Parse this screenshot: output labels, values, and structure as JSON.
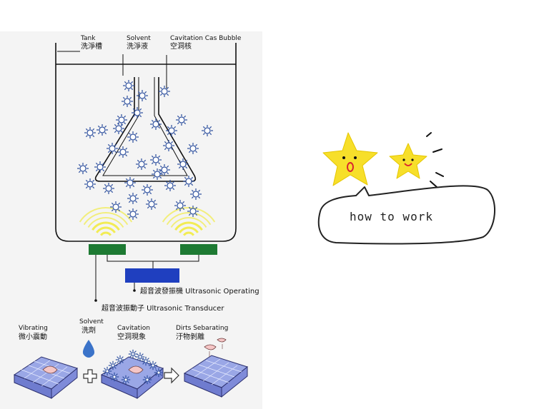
{
  "labels": {
    "tank_en": "Tank",
    "tank_zh": "洗淨槽",
    "solvent_en": "Solvent",
    "solvent_zh": "洗淨液",
    "cavitation_en": "Cavitation Cas Bubble",
    "cavitation_zh": "空洞核",
    "operating": "超音波發振機  Ultrasonic Operating",
    "transducer": "超音波振動子  Ultrasonic Transducer"
  },
  "process": {
    "steps": [
      {
        "en": "Vibrating",
        "zh": "微小震動"
      },
      {
        "en": "Solvent",
        "zh": "洗劑"
      },
      {
        "en": "Cavitation",
        "zh": "空洞現象"
      },
      {
        "en": "Dirts Sebarating",
        "zh": "汙物剝離"
      }
    ]
  },
  "callout": {
    "text": "how to work"
  },
  "colors": {
    "bubble": "#2d4f9e",
    "transducer": "#1e7a33",
    "generator": "#1f3fbf",
    "wave": "#f2ec54",
    "star": "#f7df2a",
    "tile": "#9aa7e6"
  }
}
